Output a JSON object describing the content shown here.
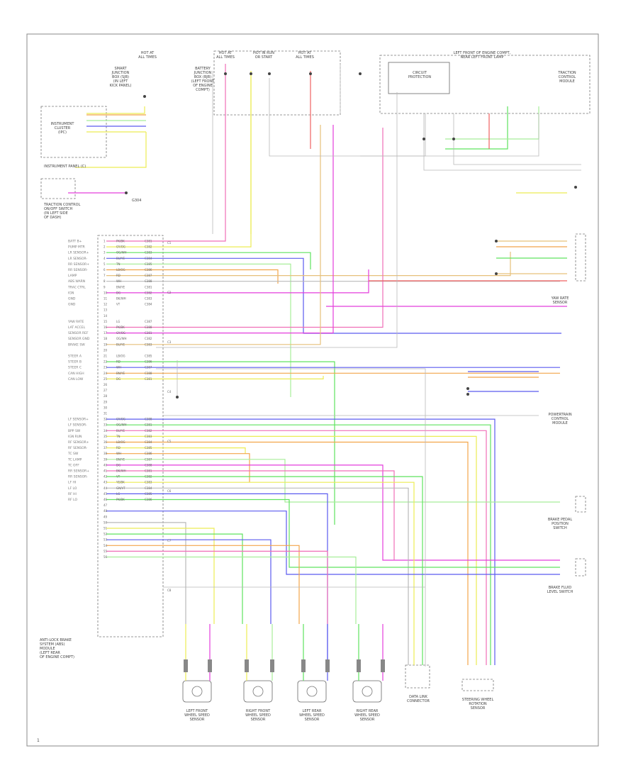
{
  "page_number": "1",
  "components": [
    {
      "key": "hot_fuse_left",
      "lines": [
        "HOT AT",
        "ALL TIMES"
      ]
    },
    {
      "key": "hot_fuse_mid",
      "lines": [
        "HOT AT",
        "ALL TIMES"
      ]
    },
    {
      "key": "hot_run_start",
      "lines": [
        "HOT IN RUN",
        "OR START"
      ]
    },
    {
      "key": "hot_fuse_right",
      "lines": [
        "HOT AT",
        "ALL TIMES"
      ]
    },
    {
      "key": "smart_junction",
      "lines": [
        "SMART",
        "JUNCTION",
        "BOX (SJB)",
        "(IN LEFT",
        "KICK PANEL)"
      ]
    },
    {
      "key": "battery_junction",
      "lines": [
        "BATTERY",
        "JUNCTION",
        "BOX (BJB)",
        "(LEFT FRONT",
        "OF ENGINE",
        "COMPT)"
      ]
    },
    {
      "key": "lf_engine_compt",
      "lines": [
        "LEFT FRONT OF ENGINE COMPT,",
        "NEAR LEFT FRONT LAMP"
      ]
    },
    {
      "key": "circuit_protection",
      "lines": [
        "CIRCUIT",
        "PROTECTION"
      ]
    },
    {
      "key": "traction_module",
      "lines": [
        "TRACTION",
        "CONTROL",
        "MODULE"
      ]
    },
    {
      "key": "instrument_cluster",
      "lines": [
        "INSTRUMENT",
        "CLUSTER",
        "(IPC)"
      ]
    },
    {
      "key": "instrument_panel",
      "lines": [
        "INSTRUMENT PANEL (C)"
      ]
    },
    {
      "key": "traction_switch",
      "lines": [
        "TRACTION CONTROL",
        "ON/OFF SWITCH",
        "(IN LEFT SIDE",
        "OF DASH)"
      ]
    },
    {
      "key": "ground_g",
      "lines": [
        "G304"
      ]
    },
    {
      "key": "abs_module",
      "lines": [
        "ANTI-LOCK BRAKE",
        "SYSTEM (ABS)",
        "MODULE",
        "(LEFT REAR",
        "OF ENGINE COMPT)"
      ]
    },
    {
      "key": "lf_wheel_sensor",
      "lines": [
        "LEFT FRONT",
        "WHEEL SPEED",
        "SENSOR"
      ]
    },
    {
      "key": "rf_wheel_sensor",
      "lines": [
        "RIGHT FRONT",
        "WHEEL SPEED",
        "SENSOR"
      ]
    },
    {
      "key": "lr_wheel_sensor",
      "lines": [
        "LEFT REAR",
        "WHEEL SPEED",
        "SENSOR"
      ]
    },
    {
      "key": "rr_wheel_sensor",
      "lines": [
        "RIGHT REAR",
        "WHEEL SPEED",
        "SENSOR"
      ]
    },
    {
      "key": "brake_pedal",
      "lines": [
        "BRAKE PEDAL",
        "POSITION",
        "SWITCH"
      ]
    },
    {
      "key": "steering_sensor",
      "lines": [
        "STEERING WHEEL",
        "ROTATION",
        "SENSOR"
      ]
    },
    {
      "key": "yaw_rate",
      "lines": [
        "YAW RATE",
        "SENSOR"
      ]
    },
    {
      "key": "brake_fluid",
      "lines": [
        "BRAKE FLUID",
        "LEVEL SWITCH"
      ]
    },
    {
      "key": "data_link",
      "lines": [
        "DATA LINK",
        "CONNECTOR"
      ]
    },
    {
      "key": "pcm",
      "lines": [
        "POWERTRAIN",
        "CONTROL",
        "MODULE"
      ]
    }
  ],
  "abs_pins": [
    "BATT B+",
    "PUMP MTR",
    "LR SENSOR+",
    "LR SENSOR-",
    "RR SENSOR+",
    "RR SENSOR-",
    "LAMP",
    "ABS WARN",
    "TRAC CTRL",
    "IGN",
    "GND",
    "GND",
    "",
    "",
    "YAW RATE",
    "LAT ACCEL",
    "SENSOR REF",
    "SENSOR GND",
    "BRAKE SW",
    "",
    "STEER A",
    "STEER B",
    "STEER C",
    "CAN HIGH",
    "CAN LOW",
    "",
    "",
    "",
    "",
    "",
    "",
    "LF SENSOR+",
    "LF SENSOR-",
    "BPP SW",
    "IGN RUN",
    "RF SENSOR+",
    "RF SENSOR-",
    "TC SW",
    "TC LAMP",
    "TC OFF",
    "RR SENSOR+",
    "RR SENSOR-",
    "LF HI",
    "LF LO",
    "RF HI",
    "RF LO",
    "",
    "",
    "",
    "",
    "",
    "",
    "",
    "",
    "",
    ""
  ],
  "wire_colors": [
    "PK/BK",
    "GY/OG",
    "OG/WH",
    "BU/YE",
    "TN",
    "LB/OG",
    "RD",
    "WH",
    "BN/YE",
    "DG",
    "BK/WH",
    "VT",
    "YE/BK",
    "GN/VT",
    "LG"
  ],
  "circuit_codes": [
    "C381",
    "C382",
    "C383",
    "C384",
    "C385",
    "C386",
    "C387",
    "C388"
  ],
  "connector_labels": [
    "C1",
    "C2",
    "C3",
    "C4",
    "C5",
    "C6",
    "C7",
    "C8"
  ],
  "colors": {
    "pink": "#f06fb8",
    "magenta": "#e43ddc",
    "green": "#5fe35f",
    "lightgreen": "#a8ee9a",
    "blue": "#5b5bef",
    "yellow": "#ecec54",
    "orange": "#f2a54a",
    "red": "#f06060",
    "gray": "#b9b9b9",
    "teal": "#6ec2c2",
    "tan": "#e6c07a",
    "cyan": "#67c8e8"
  }
}
